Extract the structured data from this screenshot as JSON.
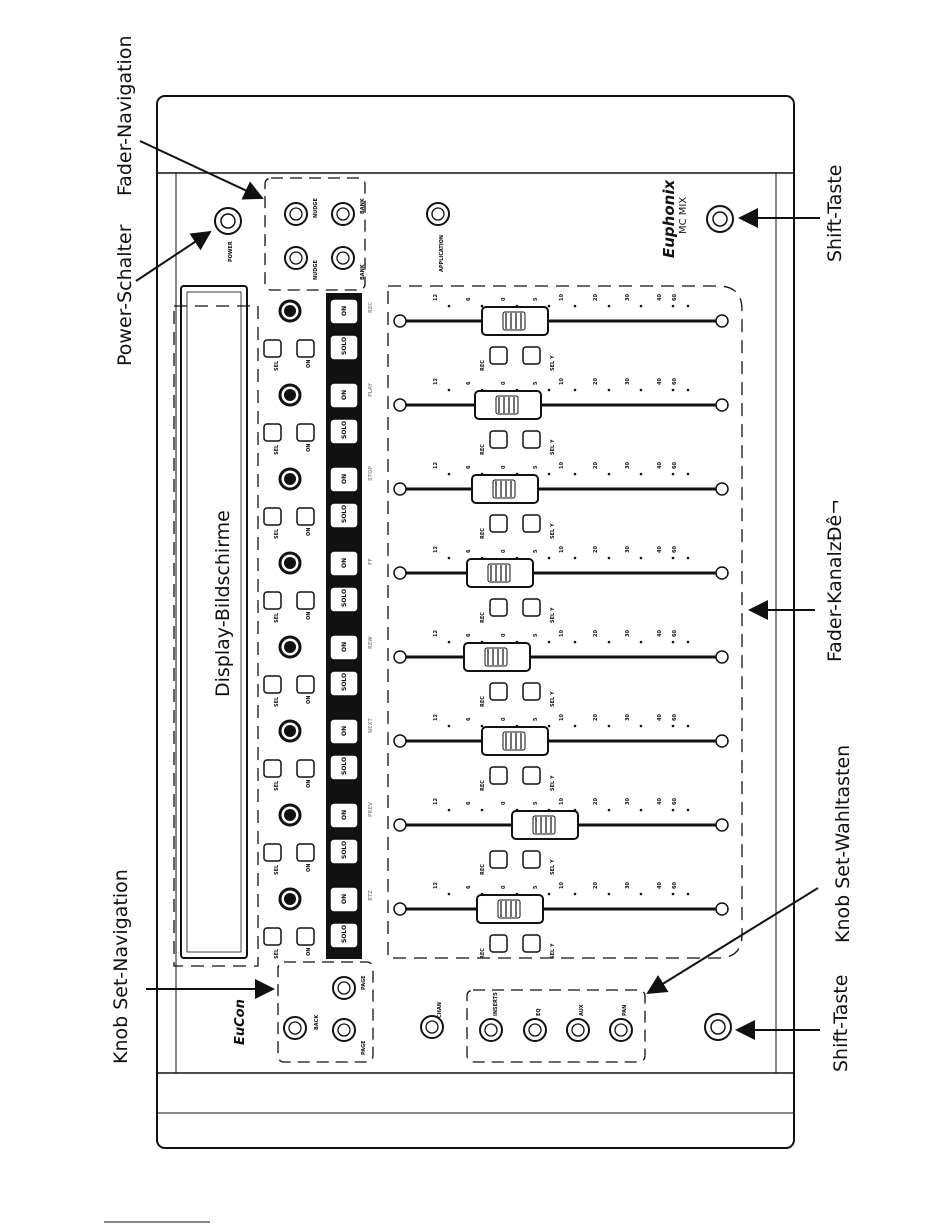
{
  "callouts": {
    "fader_navigation": "Fader-Navigation",
    "power_switch": "Power-Schalter",
    "shift_key_top": "Shift-Taste",
    "shift_key_bottom": "Shift-Taste",
    "display_screens": "Display-Bildschirme",
    "fader_channels": "Fader-KanalzĐê¬",
    "knob_set_select": "Knob Set-Wahltasten",
    "knob_set_navigation": "Knob Set-Navigation"
  },
  "device": {
    "brand": "Euphonix",
    "model": "MC MIX",
    "eucon_logo": "EuCon",
    "power_label": "POWER",
    "application_label": "APPLICATION",
    "nav_buttons": [
      "NUDGE",
      "NUDGE",
      "BANK",
      "BANK"
    ],
    "page_buttons": [
      "PAGE",
      "PAGE"
    ],
    "back_label": "BACK",
    "chan_label": "CHAN",
    "knob_set_buttons": [
      "INSERTS",
      "EQ",
      "AUX",
      "PAN"
    ],
    "transport_labels": [
      "REC",
      "PLAY",
      "STOP",
      "FF",
      "REW",
      "NEXT",
      "PREV",
      "RTZ"
    ],
    "strip_labels": {
      "sel": "SEL",
      "on": "ON",
      "solo": "SOLO",
      "rec": "REC",
      "sel_y": "SEL Y"
    },
    "fader_scale": [
      "12",
      "6",
      "0",
      "5",
      "10",
      "20",
      "30",
      "40",
      "60"
    ],
    "channel_count": 8
  }
}
